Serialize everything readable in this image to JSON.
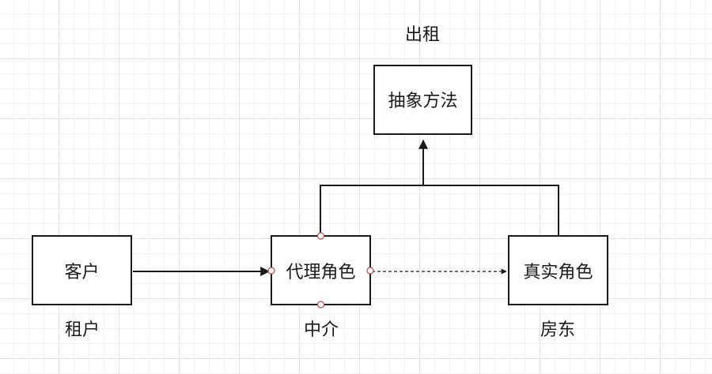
{
  "nodes": {
    "abstract": {
      "label": "抽象方法",
      "caption": "出租"
    },
    "client": {
      "label": "客户",
      "caption": "租户"
    },
    "proxy": {
      "label": "代理角色",
      "caption": "中介"
    },
    "real": {
      "label": "真实角色",
      "caption": "房东"
    }
  },
  "colors": {
    "stroke": "#1a1a1a",
    "port": "#b34a4a",
    "grid": "#e4e4e4"
  }
}
